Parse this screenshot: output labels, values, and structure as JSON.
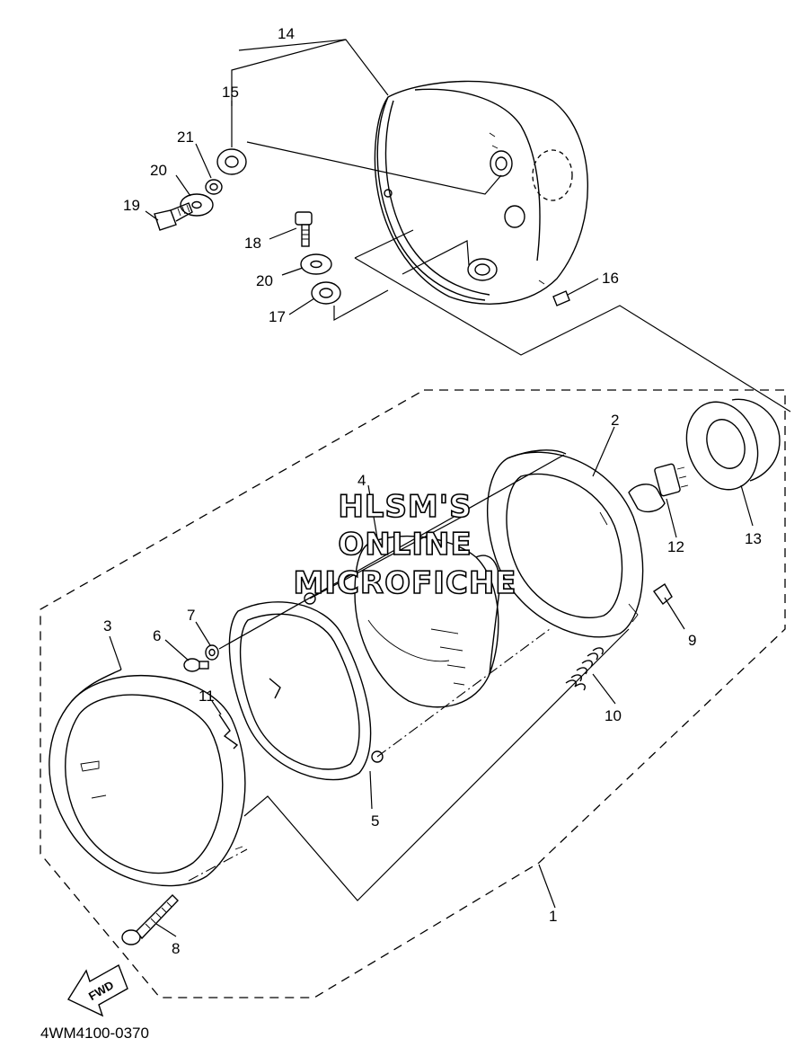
{
  "diagram": {
    "part_code": "4WM4100-0370",
    "watermark": [
      "HLSM'S",
      "ONLINE",
      "MICROFICHE"
    ],
    "fwd_label": "FWD",
    "callouts": [
      {
        "id": "c1",
        "label": "1"
      },
      {
        "id": "c2",
        "label": "2"
      },
      {
        "id": "c3",
        "label": "3"
      },
      {
        "id": "c4",
        "label": "4"
      },
      {
        "id": "c5",
        "label": "5"
      },
      {
        "id": "c6",
        "label": "6"
      },
      {
        "id": "c7",
        "label": "7"
      },
      {
        "id": "c8",
        "label": "8"
      },
      {
        "id": "c9",
        "label": "9"
      },
      {
        "id": "c10",
        "label": "10"
      },
      {
        "id": "c11",
        "label": "11"
      },
      {
        "id": "c12",
        "label": "12"
      },
      {
        "id": "c13",
        "label": "13"
      },
      {
        "id": "c14",
        "label": "14"
      },
      {
        "id": "c15",
        "label": "15"
      },
      {
        "id": "c16",
        "label": "16"
      },
      {
        "id": "c17",
        "label": "17"
      },
      {
        "id": "c18",
        "label": "18"
      },
      {
        "id": "c19",
        "label": "19"
      },
      {
        "id": "c20a",
        "label": "20"
      },
      {
        "id": "c20b",
        "label": "20"
      },
      {
        "id": "c21",
        "label": "21"
      }
    ]
  }
}
